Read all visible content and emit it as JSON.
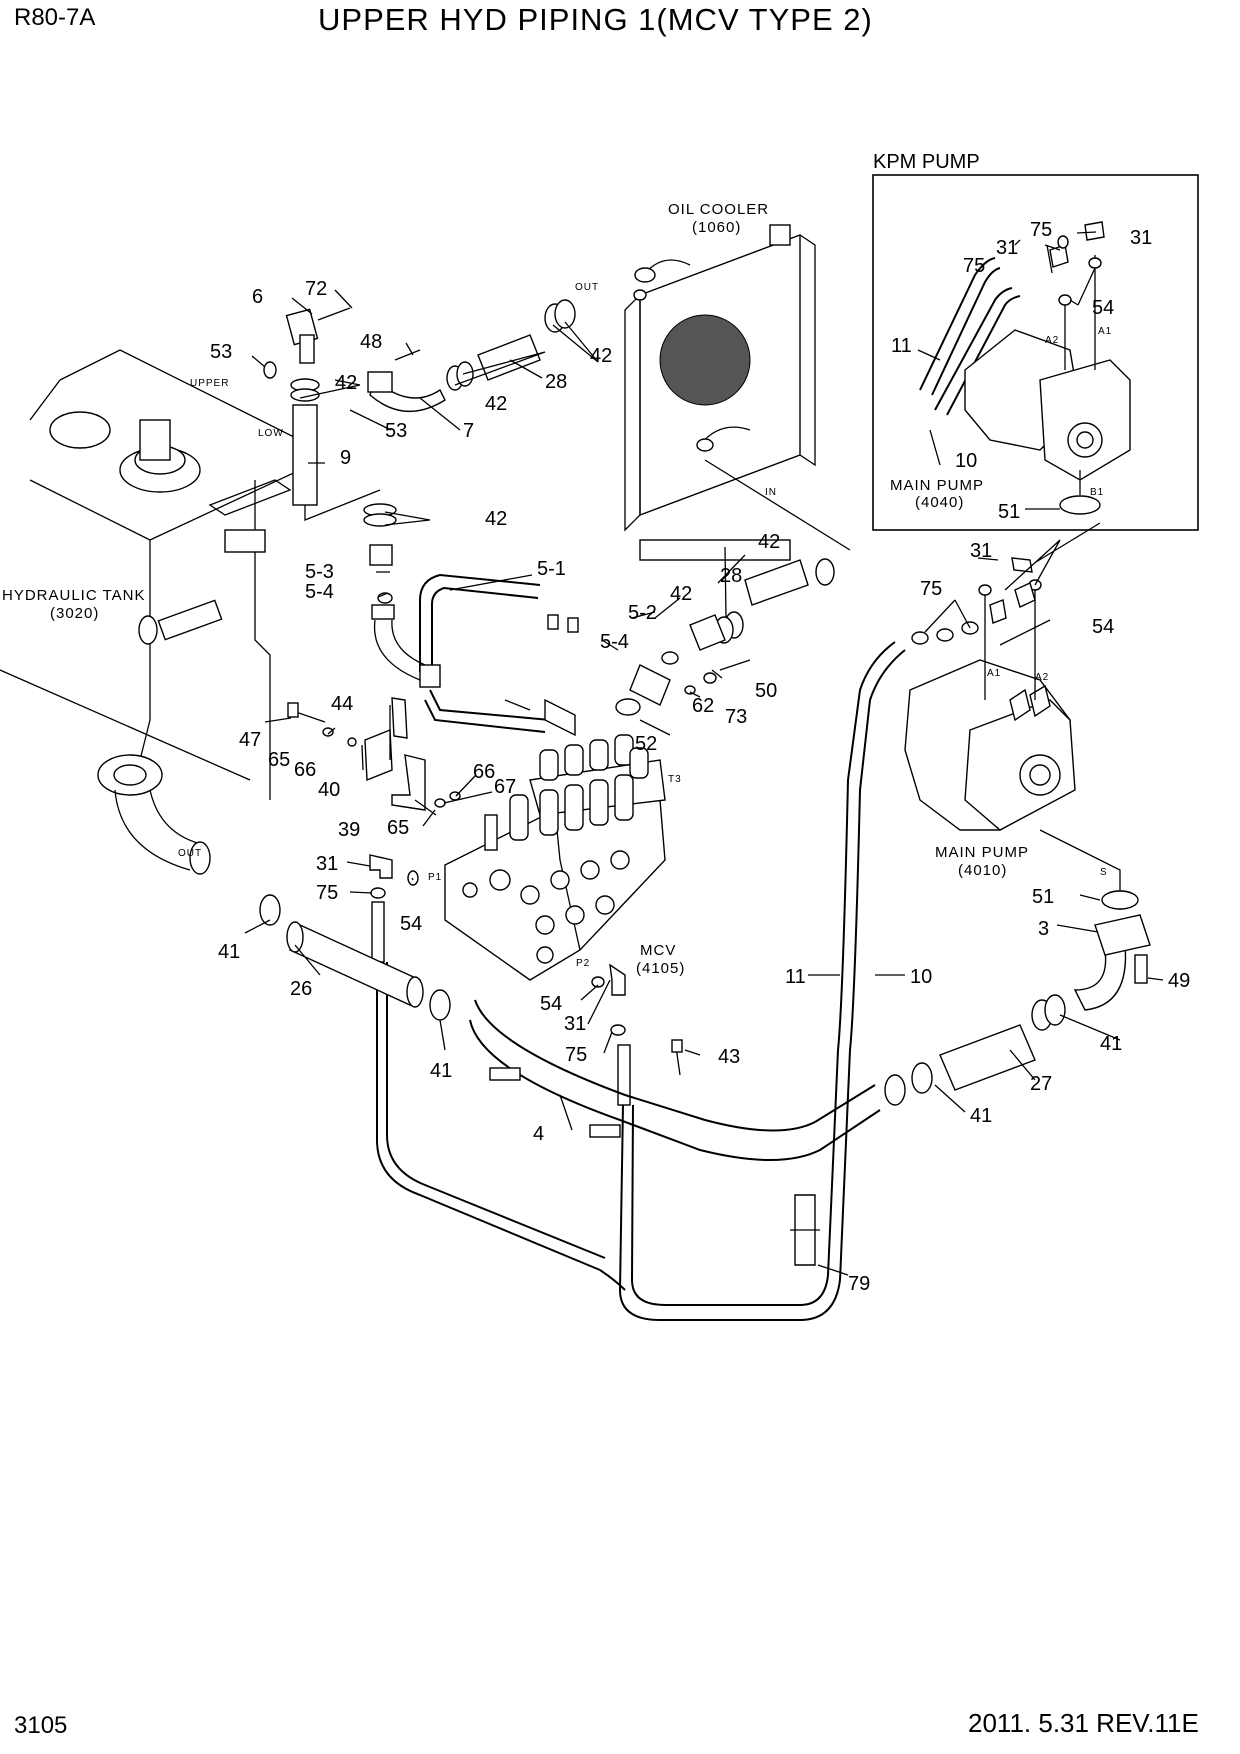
{
  "header": {
    "model": "R80-7A",
    "title": "UPPER HYD PIPING 1(MCV TYPE 2)"
  },
  "footer": {
    "page_number": "3105",
    "revision": "2011. 5.31 REV.11E"
  },
  "components": {
    "oil_cooler": {
      "name": "OIL COOLER",
      "code": "(1060)",
      "out": "OUT",
      "in": "IN"
    },
    "hydraulic_tank": {
      "name": "HYDRAULIC TANK",
      "code": "(3020)",
      "upper": "UPPER",
      "low": "LOW",
      "out": "OUT"
    },
    "kpm_pump_box": {
      "title": "KPM PUMP",
      "main_pump": "MAIN PUMP",
      "main_pump_code": "(4040)",
      "port_a1": "A1",
      "port_a2": "A2",
      "port_b1": "B1"
    },
    "main_pump": {
      "name": "MAIN PUMP",
      "code": "(4010)",
      "port_a1": "A1",
      "port_a2": "A2",
      "port_s": "S"
    },
    "mcv": {
      "name": "MCV",
      "code": "(4105)",
      "port_p1": "P1",
      "port_p2": "P2",
      "port_t3": "T3"
    }
  },
  "part_labels": [
    {
      "text": "6"
    },
    {
      "text": "72"
    },
    {
      "text": "53"
    },
    {
      "text": "42"
    },
    {
      "text": "48"
    },
    {
      "text": "42"
    },
    {
      "text": "28"
    },
    {
      "text": "42"
    },
    {
      "text": "53"
    },
    {
      "text": "7"
    },
    {
      "text": "9"
    },
    {
      "text": "42"
    },
    {
      "text": "5-3"
    },
    {
      "text": "5-4"
    },
    {
      "text": "5-1"
    },
    {
      "text": "28"
    },
    {
      "text": "42"
    },
    {
      "text": "42"
    },
    {
      "text": "5-2"
    },
    {
      "text": "5-4"
    },
    {
      "text": "50"
    },
    {
      "text": "62"
    },
    {
      "text": "73"
    },
    {
      "text": "52"
    },
    {
      "text": "44"
    },
    {
      "text": "47"
    },
    {
      "text": "65"
    },
    {
      "text": "66"
    },
    {
      "text": "40"
    },
    {
      "text": "66"
    },
    {
      "text": "67"
    },
    {
      "text": "39"
    },
    {
      "text": "65"
    },
    {
      "text": "31"
    },
    {
      "text": "75"
    },
    {
      "text": "54"
    },
    {
      "text": "41"
    },
    {
      "text": "26"
    },
    {
      "text": "54"
    },
    {
      "text": "31"
    },
    {
      "text": "75"
    },
    {
      "text": "41"
    },
    {
      "text": "43"
    },
    {
      "text": "4"
    },
    {
      "text": "11"
    },
    {
      "text": "10"
    },
    {
      "text": "79"
    },
    {
      "text": "41"
    },
    {
      "text": "27"
    },
    {
      "text": "41"
    },
    {
      "text": "49"
    },
    {
      "text": "3"
    },
    {
      "text": "51"
    },
    {
      "text": "31"
    },
    {
      "text": "75"
    },
    {
      "text": "54"
    },
    {
      "text": "75"
    },
    {
      "text": "31"
    },
    {
      "text": "31"
    },
    {
      "text": "75"
    },
    {
      "text": "54"
    },
    {
      "text": "11"
    },
    {
      "text": "10"
    },
    {
      "text": "51"
    }
  ]
}
